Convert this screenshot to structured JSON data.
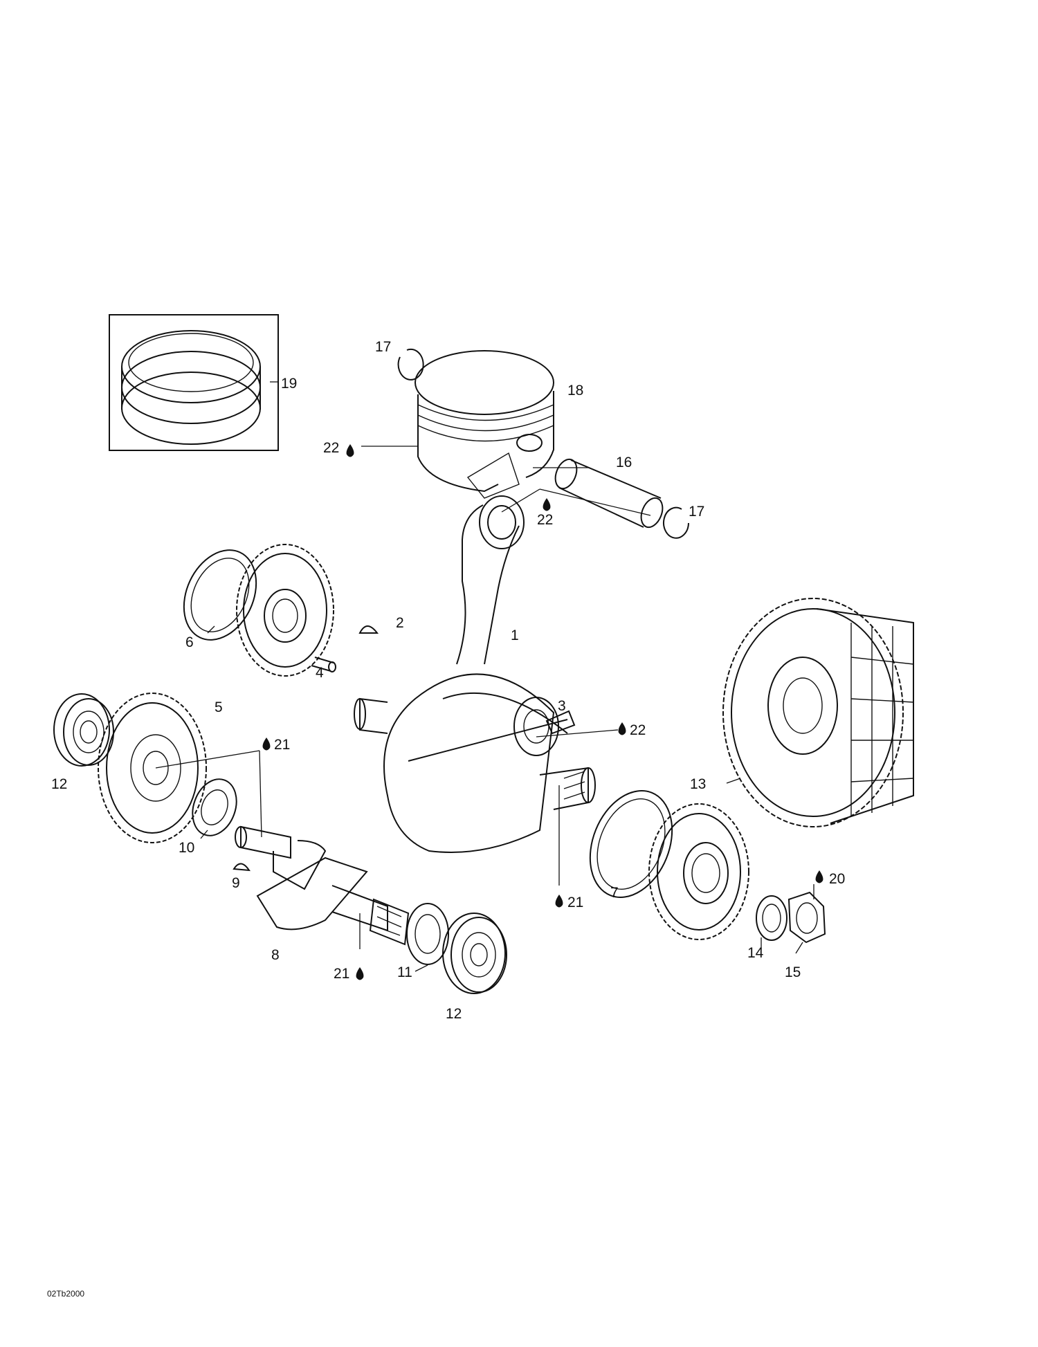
{
  "callouts": {
    "c1": "1",
    "c2": "2",
    "c3": "3",
    "c4": "4",
    "c5": "5",
    "c6": "6",
    "c7": "7",
    "c8": "8",
    "c9": "9",
    "c10": "10",
    "c11": "11",
    "c12a": "12",
    "c12b": "12",
    "c13": "13",
    "c14": "14",
    "c15": "15",
    "c16": "16",
    "c17a": "17",
    "c17b": "17",
    "c18": "18",
    "c19": "19",
    "c20": "20",
    "c21a": "21",
    "c21b": "21",
    "c21c": "21",
    "c22a": "22",
    "c22b": "22",
    "c22c": "22"
  },
  "diagram_code": "02Tb2000",
  "icons": {
    "lubricant": "oil-drop-icon"
  }
}
